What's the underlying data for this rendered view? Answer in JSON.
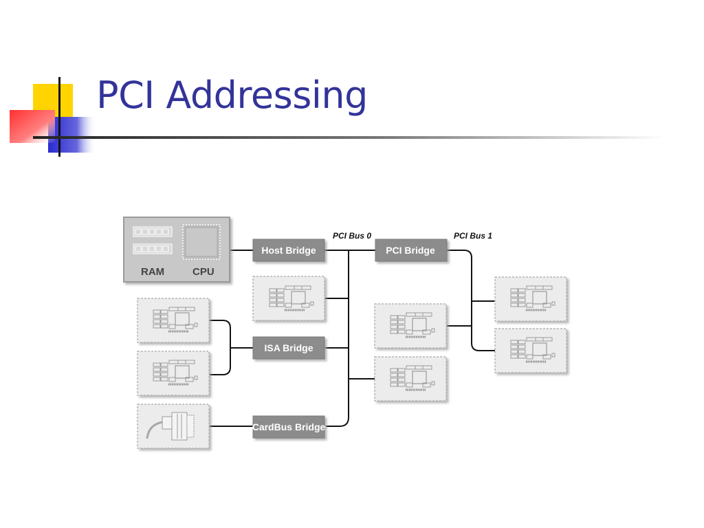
{
  "slide": {
    "title": "PCI Addressing"
  },
  "diagram": {
    "host_component": {
      "ram_label": "RAM",
      "cpu_label": "CPU"
    },
    "bridges": {
      "host": "Host Bridge",
      "pci": "PCI Bridge",
      "isa": "ISA Bridge",
      "cardbus": "CardBus Bridge"
    },
    "buses": {
      "bus0": "PCI Bus 0",
      "bus1": "PCI Bus 1"
    }
  },
  "colors": {
    "title": "#33339a",
    "bridge_fill": "#8c8c8c",
    "card_fill": "#ececec",
    "card_border": "#b5b5b5",
    "deco_yellow": "#ffd400",
    "deco_blue": "#3333cc",
    "deco_red": "#ff4040"
  }
}
